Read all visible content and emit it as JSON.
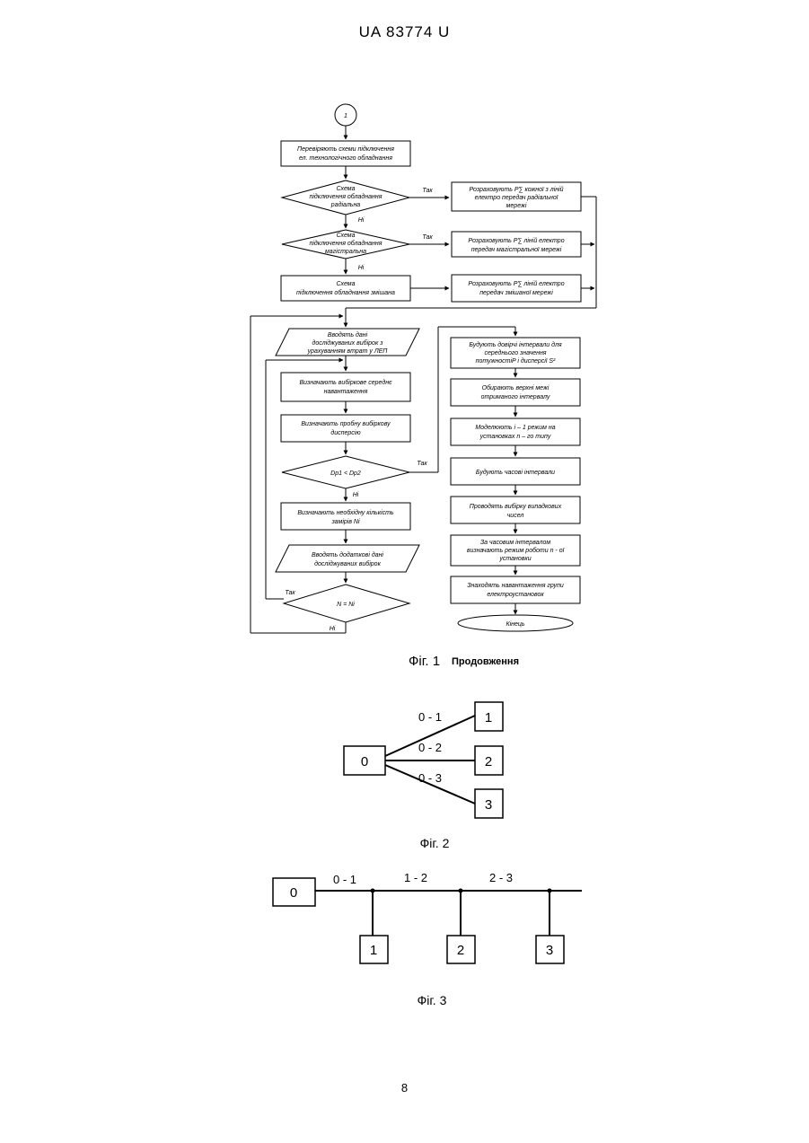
{
  "page": {
    "header": "UA   83774   U",
    "page_number": "8"
  },
  "fig1": {
    "connector": "1",
    "check_scheme": [
      "Перевіряють схеми підключення",
      "ел. технологічного обладнання"
    ],
    "dec_radial": [
      "Схема",
      "підключення обладнання",
      "радіальна"
    ],
    "calc_radial": [
      "Розраховують P∑ кожної з ліній",
      "електро передач радіальної",
      "мережі"
    ],
    "dec_main": [
      "Схема",
      "підключення обладнання",
      "магістральна"
    ],
    "calc_main": [
      "Розраховують P∑ ліній електро",
      "передач магістральної мережі"
    ],
    "mixed_scheme": [
      "Схема",
      "підключення обладнання змішана"
    ],
    "calc_mixed": [
      "Розраховують P∑ ліній електро",
      "передач змішаної мережі"
    ],
    "yes": "Так",
    "no": "Ні",
    "input_data": [
      "Вводять дані",
      "досліджуваних вибірок з",
      "урахуванням втрат у ЛЕП"
    ],
    "sample_mean": [
      "Визначають вибіркове середнє",
      "навантаження"
    ],
    "sample_var": [
      "Визначають пробну вибіркову",
      "дисперсію"
    ],
    "compare": "Dp1 < Dp2",
    "num_measures": [
      "Визначають необхідну кількість",
      "замірів Ni"
    ],
    "extra_data": [
      "Вводять додаткові дані",
      "досліджуваних вибірок"
    ],
    "loop_check": "N = Ni",
    "conf_intervals": [
      "Будують довірчі інтервали для",
      "середнього значення",
      "потужностіP і дисперсії S²"
    ],
    "upper_bounds": [
      "Обирають верхні межі",
      "отриманого інтервалу"
    ],
    "modeling": [
      "Моделюють i – 1 режим на",
      "установках n – го типу"
    ],
    "time_intervals": "Будують часові інтервали",
    "random_sample": [
      "Проводять вибірку випадкових",
      "чисел"
    ],
    "operation_mode": [
      "За часовим інтервалом",
      "визначають режим роботи n - ої",
      "установки"
    ],
    "group_load": [
      "Знаходять навантаження групи",
      "електроустановок"
    ],
    "end": "Кінець",
    "caption_main": "Фіг. 1",
    "caption_sub": "Продовження"
  },
  "fig2": {
    "node0": "0",
    "node1": "1",
    "node2": "2",
    "node3": "3",
    "line1": "0 - 1",
    "line2": "0 - 2",
    "line3": "0 - 3",
    "caption": "Фіг. 2"
  },
  "fig3": {
    "node0": "0",
    "node1": "1",
    "node2": "2",
    "node3": "3",
    "seg1": "0 - 1",
    "seg2": "1 - 2",
    "seg3": "2 - 3",
    "caption": "Фіг. 3"
  }
}
